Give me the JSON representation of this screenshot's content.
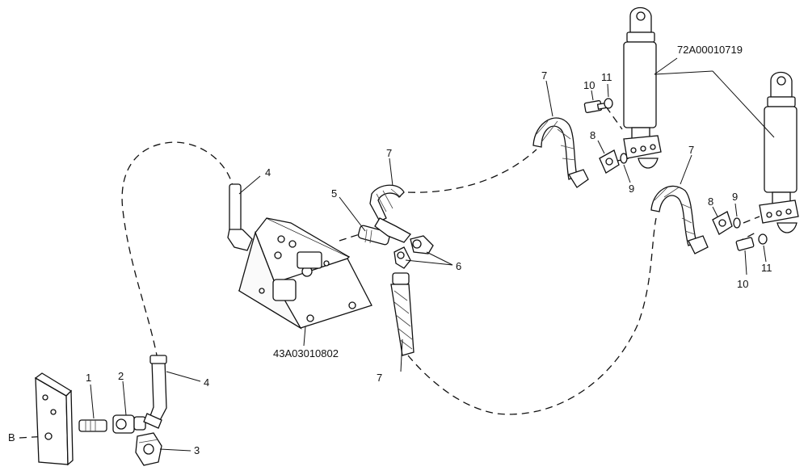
{
  "callouts": {
    "c1": "1",
    "c2": "2",
    "c3": "3",
    "c4a": "4",
    "c4b": "4",
    "c5": "5",
    "c6": "6",
    "c7a": "7",
    "c7b": "7",
    "c7c": "7",
    "c7d": "7",
    "c8a": "8",
    "c8b": "8",
    "c9a": "9",
    "c9b": "9",
    "c10a": "10",
    "c10b": "10",
    "c11a": "11",
    "c11b": "11",
    "cB": "B"
  },
  "references": {
    "valve_block": "43A03010802",
    "cylinders": "72A00010719"
  }
}
